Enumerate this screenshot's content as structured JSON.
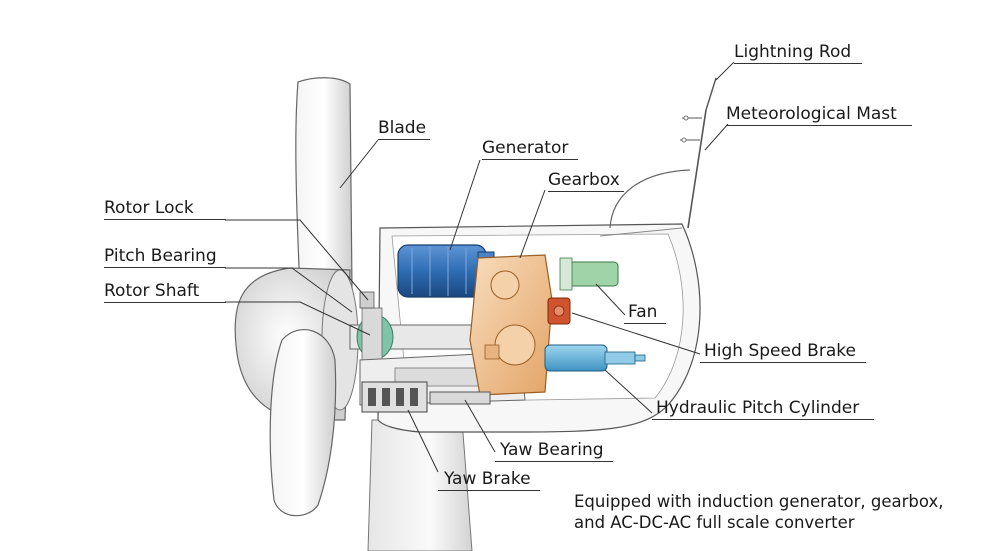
{
  "labels": {
    "lightning_rod": "Lightning Rod",
    "meteorological_mast": "Meteorological Mast",
    "blade": "Blade",
    "generator": "Generator",
    "gearbox": "Gearbox",
    "rotor_lock": "Rotor Lock",
    "pitch_bearing": "Pitch Bearing",
    "rotor_shaft": "Rotor Shaft",
    "fan": "Fan",
    "high_speed_brake": "High Speed Brake",
    "hydraulic_pitch_cylinder": "Hydraulic Pitch Cylinder",
    "yaw_bearing": "Yaw Bearing",
    "yaw_brake": "Yaw Brake"
  },
  "caption": {
    "line1": "Equipped with induction generator, gearbox,",
    "line2": "and AC-DC-AC full scale converter"
  },
  "colors": {
    "generator": "#2f6db3",
    "gearbox": "#f2c79a",
    "fan": "#9fd3a8",
    "high_speed_brake": "#d0532f",
    "hydraulic_cylinder": "#6cb8dd",
    "rotor_shaft": "#7fc3a8"
  }
}
